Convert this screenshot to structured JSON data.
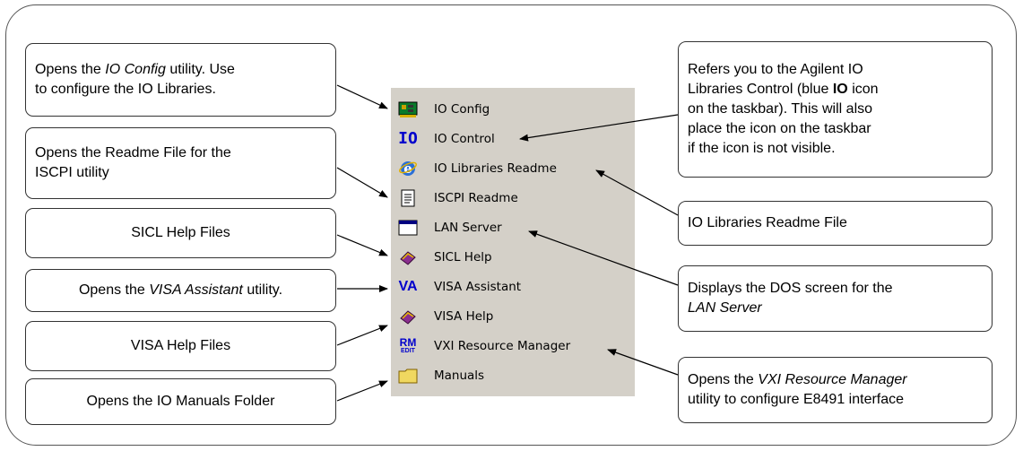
{
  "menu": {
    "items": [
      {
        "label": "IO Config",
        "icon": "circuit-board-icon"
      },
      {
        "label": "IO Control",
        "icon": "io-text-icon"
      },
      {
        "label": "IO Libraries Readme",
        "icon": "internet-explorer-icon"
      },
      {
        "label": "ISCPI Readme",
        "icon": "text-document-icon"
      },
      {
        "label": "LAN Server",
        "icon": "dos-window-icon"
      },
      {
        "label": "SICL Help",
        "icon": "help-book-icon"
      },
      {
        "label": "VISA Assistant",
        "icon": "va-text-icon"
      },
      {
        "label": "VISA Help",
        "icon": "help-book-icon"
      },
      {
        "label": "VXI Resource Manager",
        "icon": "rm-edit-icon"
      },
      {
        "label": "Manuals",
        "icon": "folder-icon"
      }
    ],
    "icon_text": {
      "io": "IO",
      "va": "VA",
      "rm_top": "RM",
      "rm_bottom": "EDIT"
    }
  },
  "callouts": {
    "io_config": {
      "pre": "Opens the ",
      "em": "IO Config",
      "post": " utility. Use",
      "line2": "to configure the IO Libraries."
    },
    "iscpi": {
      "line1": "Opens the Readme File for the",
      "line2": "ISCPI utility"
    },
    "sicl": {
      "text": "SICL Help Files"
    },
    "visa_assistant": {
      "pre": "Opens the ",
      "em": "VISA Assistant",
      "post": " utility."
    },
    "visa_help": {
      "text": "VISA Help Files"
    },
    "manuals": {
      "text": "Opens the IO Manuals Folder"
    },
    "io_control": {
      "line1": "Refers you to the Agilent IO",
      "line2_pre": "Libraries Control (blue ",
      "line2_bold": "IO",
      "line2_post": " icon",
      "line3": "on the taskbar). This will also",
      "line4": "place the icon on the taskbar",
      "line5": "if the icon is not visible."
    },
    "io_readme": {
      "text": "IO Libraries Readme File"
    },
    "lan_server": {
      "line1": "Displays the DOS screen for the",
      "line2_em": "LAN Server"
    },
    "vxi": {
      "pre": "Opens the ",
      "em": "VXI Resource Manager",
      "line2": "utility to configure E8491 interface"
    }
  },
  "colors": {
    "menu_bg": "#d4d0c8",
    "icon_blue": "#0000cc",
    "help_purple": "#8a2e8e",
    "folder_yellow": "#f0d860"
  }
}
